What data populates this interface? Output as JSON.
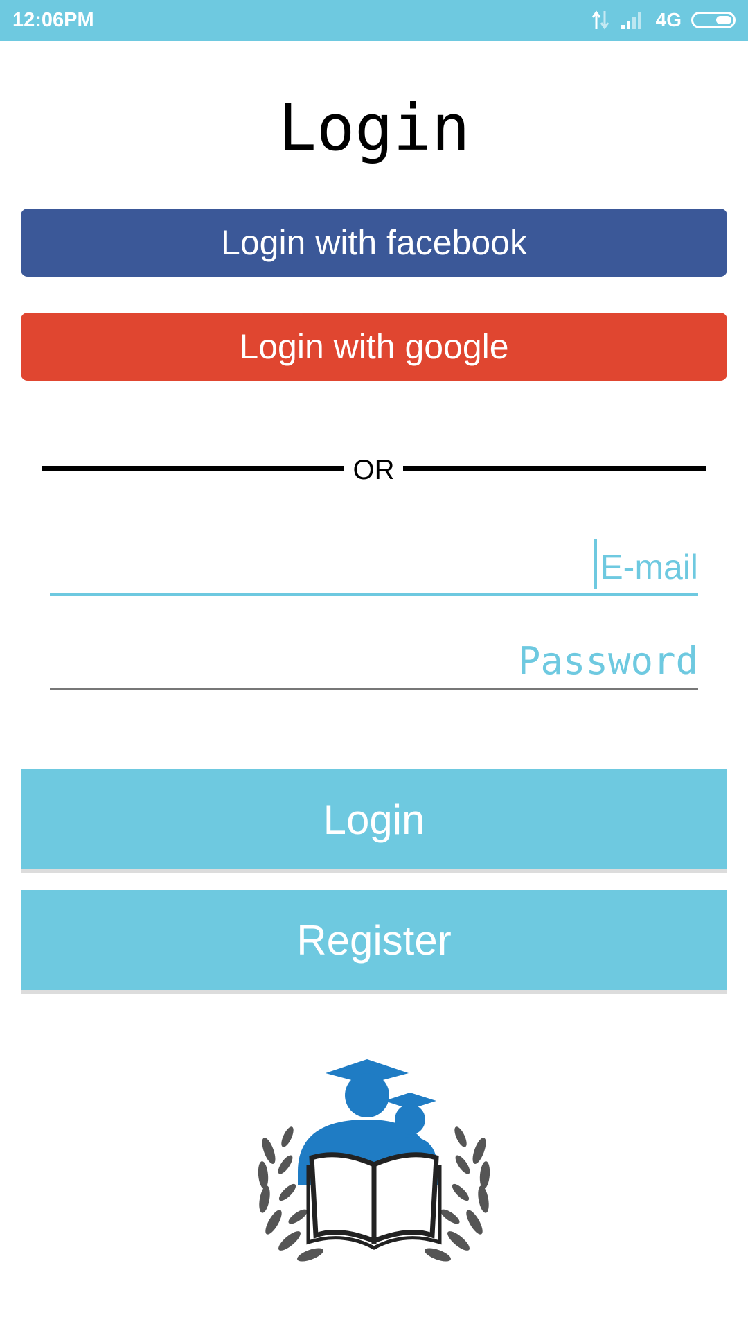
{
  "status_bar": {
    "time": "12:06PM",
    "network": "4G"
  },
  "page": {
    "title": "Login"
  },
  "social": {
    "facebook_label": "Login with facebook",
    "google_label": "Login with google"
  },
  "divider": {
    "label": "OR"
  },
  "form": {
    "email_placeholder": "E-mail",
    "password_placeholder": "Password"
  },
  "actions": {
    "login_label": "Login",
    "register_label": "Register"
  },
  "colors": {
    "accent": "#6ec9e0",
    "facebook": "#3b5898",
    "google": "#e04630",
    "logo_blue": "#1f7cc4"
  },
  "icons": [
    "signal-icon",
    "data-activity-icon",
    "battery-icon",
    "graduation-logo"
  ]
}
